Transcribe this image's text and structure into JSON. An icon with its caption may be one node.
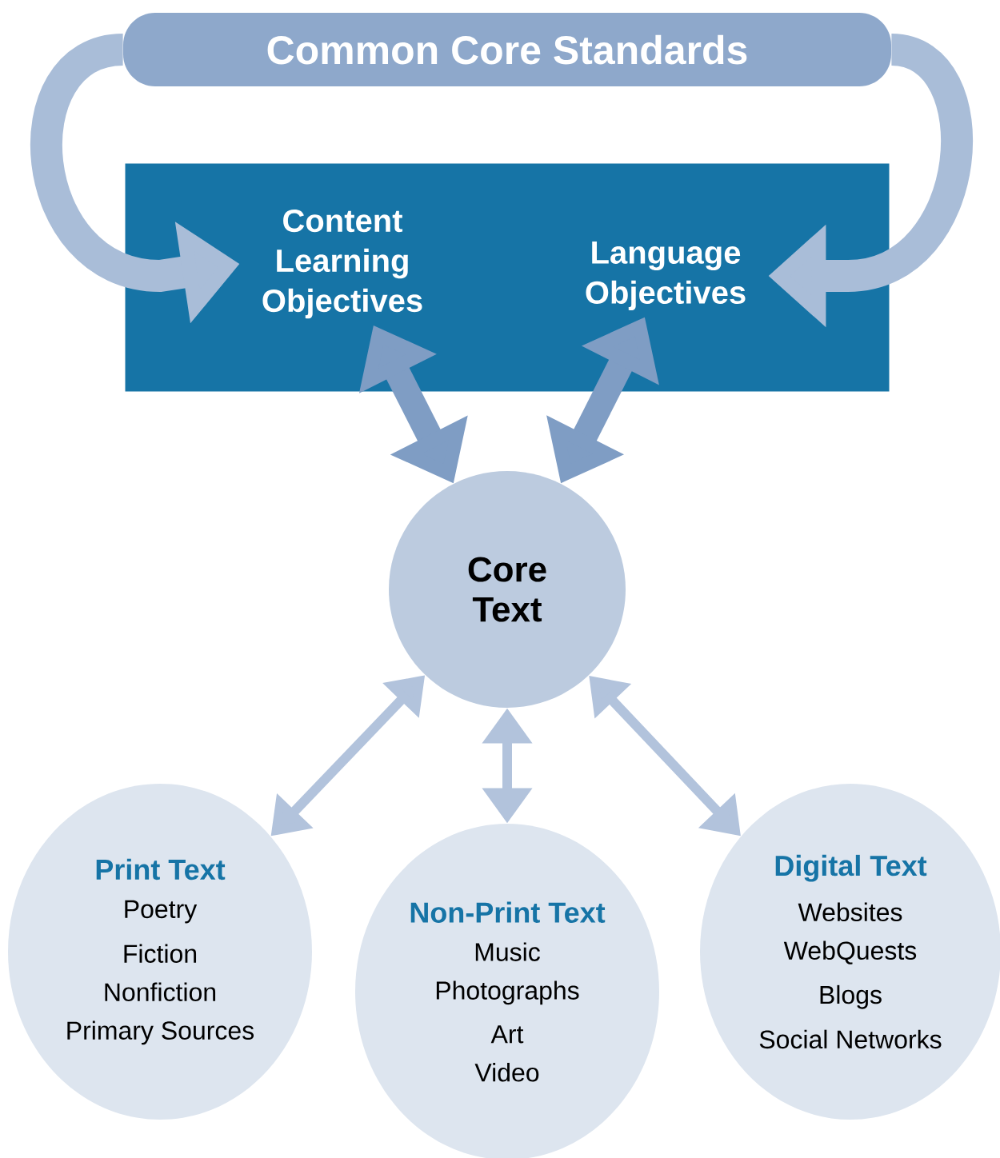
{
  "diagram": {
    "nodes": [
      {
        "text": [
          "Common Core Standards"
        ]
      },
      {
        "text": [],
        "shape": "box"
      },
      {
        "text": [
          "Content Learning Objectives"
        ],
        "in": 1
      },
      {
        "text": [
          "Language Objectives"
        ],
        "in": 1
      },
      {
        "text": [
          "Core Text"
        ]
      },
      {
        "text": [
          "Print Text",
          "Poetry",
          "Fiction",
          "Nonfiction",
          "Primary Sources"
        ]
      },
      {
        "text": [
          "Non-Print Text",
          "Music",
          "Photographs",
          "Art",
          "Video"
        ]
      },
      {
        "text": [
          "Digital Text",
          "Websites",
          "WebQuests",
          "Blogs",
          "Social Networks"
        ]
      }
    ],
    "edges": [
      {
        "from": 0,
        "to": 2,
        "arrow": "to"
      },
      {
        "from": 0,
        "to": 3,
        "arrow": "to"
      },
      {
        "from": 2,
        "to": 4,
        "arrow": "both"
      },
      {
        "from": 3,
        "to": 4,
        "arrow": "both"
      },
      {
        "from": 4,
        "to": 5,
        "arrow": "both"
      },
      {
        "from": 4,
        "to": 6,
        "arrow": "both"
      },
      {
        "from": 4,
        "to": 7,
        "arrow": "both"
      }
    ]
  }
}
